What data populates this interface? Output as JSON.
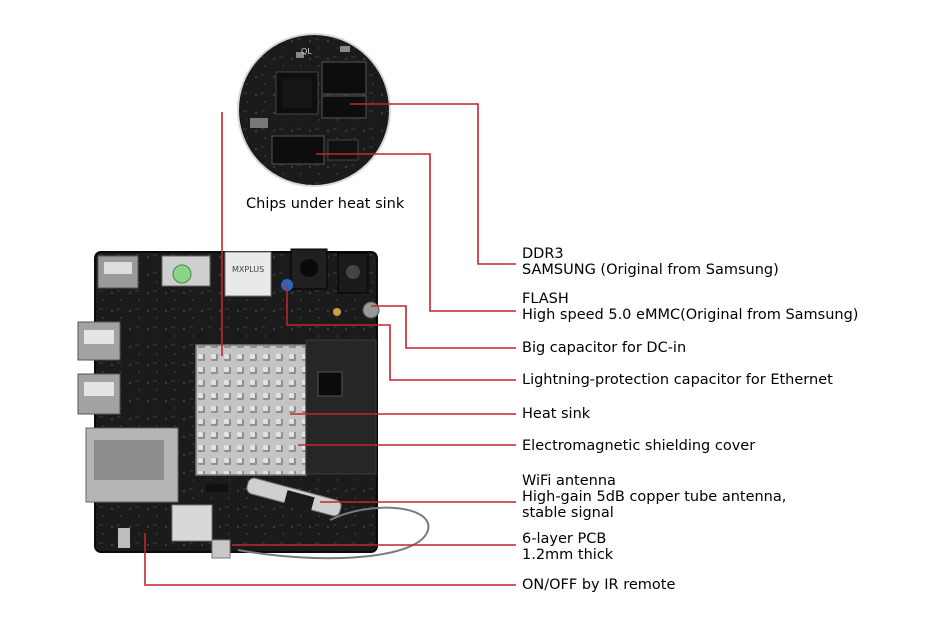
{
  "caption": "Chips under heat sink",
  "chip_markings": {
    "ql": "QL",
    "mxplus": "MXPLUS"
  },
  "callouts": [
    {
      "id": "ddr3",
      "lines": [
        "DDR3",
        "SAMSUNG (Original from Samsung)"
      ]
    },
    {
      "id": "flash",
      "lines": [
        "FLASH",
        "High speed 5.0 eMMC(Original from Samsung)"
      ]
    },
    {
      "id": "big-capacitor",
      "lines": [
        "Big capacitor for DC-in"
      ]
    },
    {
      "id": "lightning-capacitor",
      "lines": [
        "Lightning-protection capacitor for Ethernet"
      ]
    },
    {
      "id": "heat-sink",
      "lines": [
        "Heat sink"
      ]
    },
    {
      "id": "em-shield",
      "lines": [
        "Electromagnetic shielding cover"
      ]
    },
    {
      "id": "wifi-antenna",
      "lines": [
        "WiFi antenna",
        "High-gain 5dB copper tube antenna,",
        "stable signal"
      ]
    },
    {
      "id": "pcb",
      "lines": [
        "6-layer PCB",
        "1.2mm thick"
      ]
    },
    {
      "id": "ir-remote",
      "lines": [
        "ON/OFF by IR remote"
      ]
    }
  ],
  "colors": {
    "leader_line": "#c0272d",
    "board": "#1c1c1c",
    "heatsink": "#b9b9b9"
  }
}
